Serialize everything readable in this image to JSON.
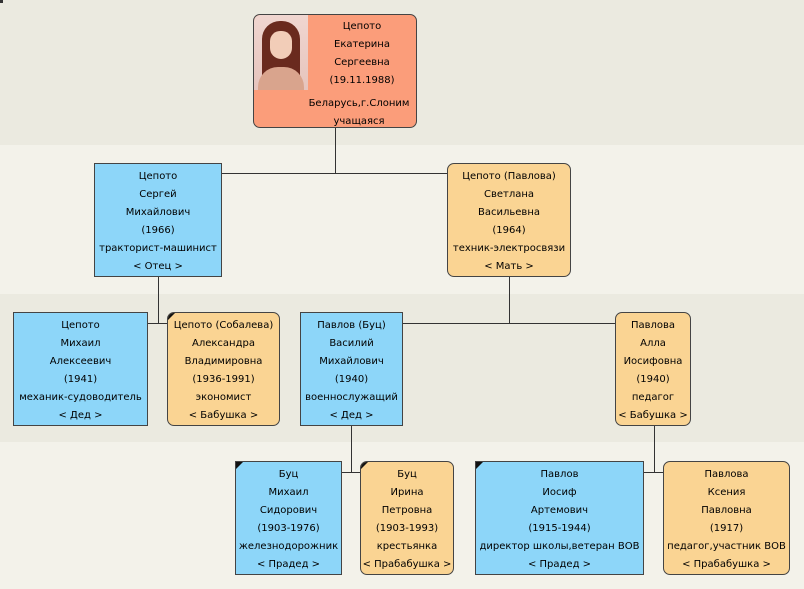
{
  "self": {
    "lines": [
      "Цепото",
      "Екатерина",
      "Сергеевна",
      "(19.11.1988)",
      "Беларусь,г.Слоним",
      "учащаяся"
    ],
    "photo": "portrait-photo"
  },
  "father": {
    "lines": [
      "Цепото",
      "Сергей",
      "Михайлович",
      "(1966)",
      "тракторист-машинист",
      "< Отец >"
    ]
  },
  "mother": {
    "lines": [
      "Цепото (Павлова)",
      "Светлана",
      "Васильевна",
      "(1964)",
      "техник-электросвязи",
      "< Мать >"
    ]
  },
  "pgf": {
    "lines": [
      "Цепото",
      "Михаил",
      "Алексеевич",
      "(1941)",
      "механик-судоводитель",
      "< Дед >"
    ]
  },
  "pgm": {
    "lines": [
      "Цепото (Собалева)",
      "Александра",
      "Владимировна",
      "(1936-1991)",
      "экономист",
      "< Бабушка >"
    ]
  },
  "mgf": {
    "lines": [
      "Павлов (Буц)",
      "Василий",
      "Михайлович",
      "(1940)",
      "военнослужащий",
      "< Дед >"
    ]
  },
  "mgm": {
    "lines": [
      "Павлова",
      "Алла",
      "Иосифовна",
      "(1940)",
      "педагог",
      "< Бабушка >"
    ]
  },
  "ggf1": {
    "lines": [
      "Буц",
      "Михаил",
      "Сидорович",
      "(1903-1976)",
      "железнодорожник",
      "< Прадед >"
    ]
  },
  "ggm1": {
    "lines": [
      "Буц",
      "Ирина",
      "Петровна",
      "(1903-1993)",
      "крестьянка",
      "< Прабабушка >"
    ]
  },
  "ggf2": {
    "lines": [
      "Павлов",
      "Иосиф",
      "Артемович",
      "(1915-1944)",
      "директор школы,ветеран ВОВ",
      "< Прадед >"
    ]
  },
  "ggm2": {
    "lines": [
      "Павлова",
      "Ксения",
      "Павловна",
      "(1917)",
      "педагог,участник ВОВ",
      "< Прабабушка >"
    ]
  },
  "colors": {
    "male": "#8dd6f9",
    "female": "#fad493",
    "self": "#fb9d7a"
  }
}
